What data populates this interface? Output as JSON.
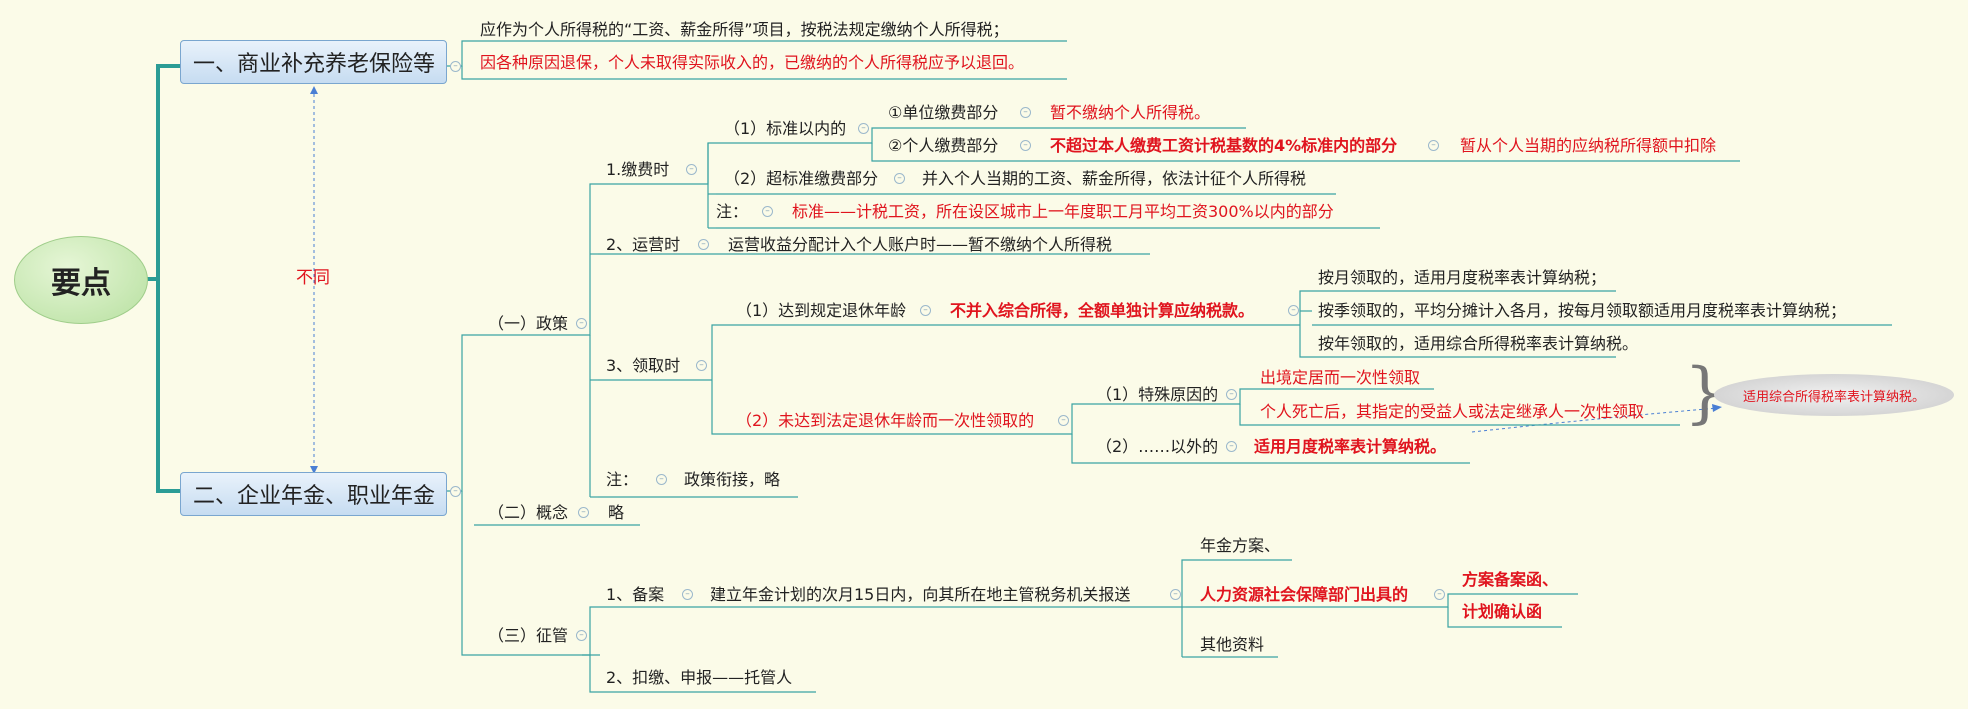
{
  "root": "要点",
  "branch1": "一、商业补充养老保险等",
  "branch2": "二、企业年金、职业年金",
  "diff_label": "不同",
  "b1": {
    "line1": "应作为个人所得税的“工资、薪金所得”项目，按税法规定缴纳个人所得税；",
    "line2": "因各种原因退保，个人未取得实际收入的，已缴纳的个人所得税应予以退回。"
  },
  "policy": {
    "label": "（一）政策",
    "pay": {
      "label": "1.缴费时",
      "within": "（1）标准以内的",
      "unit": "①单位缴费部分",
      "unit_note": "暂不缴纳个人所得税。",
      "personal": "②个人缴费部分",
      "personal_cond": "不超过本人缴费工资计税基数的4%标准内的部分",
      "personal_note": "暂从个人当期的应纳税所得额中扣除",
      "over": "（2）超标准缴费部分",
      "over_note": "并入个人当期的工资、薪金所得，依法计征个人所得税",
      "note_label": "注：",
      "note": "标准——计税工资，所在设区城市上一年度职工月平均工资300%以内的部分"
    },
    "operate": {
      "label": "2、运营时",
      "note": "运营收益分配计入个人账户时——暂不缴纳个人所得税"
    },
    "receive": {
      "label": "3、领取时",
      "retire": "（1）达到规定退休年龄",
      "retire_note": "不并入综合所得，全额单独计算应纳税款。",
      "monthly": "按月领取的，适用月度税率表计算纳税；",
      "quarterly": "按季领取的，平均分摊计入各月，按每月领取额适用月度税率表计算纳税；",
      "yearly": "按年领取的，适用综合所得税率表计算纳税。",
      "lump": "（2）未达到法定退休年龄而一次性领取的",
      "special": "（1）特殊原因的",
      "emigrate": "出境定居而一次性领取",
      "death": "个人死亡后，其指定的受益人或法定继承人一次性领取",
      "bubble": "适用综合所得税率表计算纳税。",
      "other": "（2）……以外的",
      "other_note": "适用月度税率表计算纳税。"
    },
    "note_label": "注：",
    "note": "政策衔接，略"
  },
  "concept": {
    "label": "（二）概念",
    "note": "略"
  },
  "collect": {
    "label": "（三）征管",
    "file": "1、备案",
    "file_note": "建立年金计划的次月15日内，向其所在地主管税务机关报送",
    "doc1": "年金方案、",
    "doc2": "人力资源社会保障部门出具的",
    "doc2a": "方案备案函、",
    "doc2b": "计划确认函",
    "doc3": "其他资料",
    "withhold": "2、扣缴、申报——托管人"
  },
  "colors": {
    "line": "#3aa3a3",
    "red": "#e0141e",
    "dashed": "#4a7fd4"
  }
}
